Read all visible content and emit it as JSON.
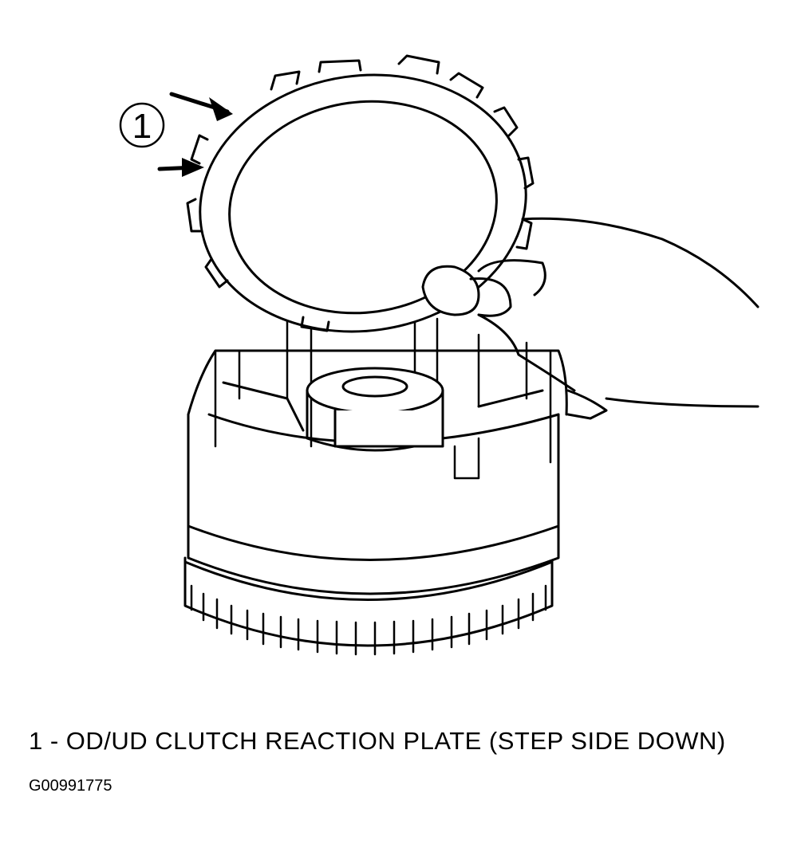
{
  "callout": {
    "number": "1"
  },
  "legend": {
    "item_1": "1 - OD/UD CLUTCH REACTION PLATE (STEP SIDE DOWN)"
  },
  "figure": {
    "id": "G00991775"
  }
}
